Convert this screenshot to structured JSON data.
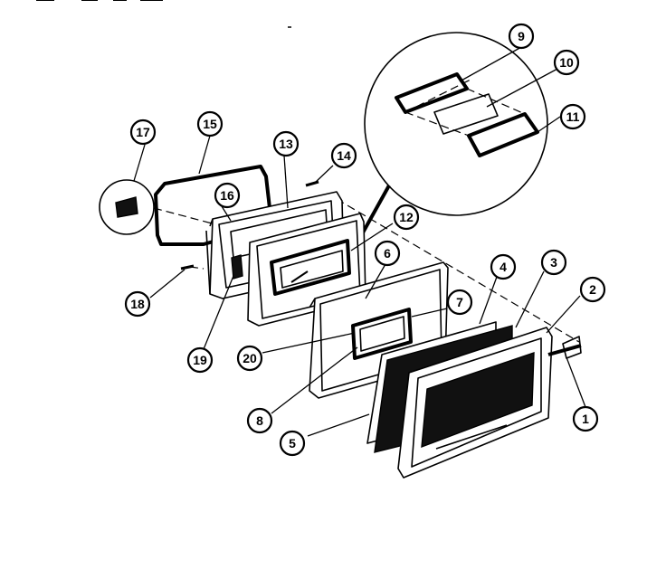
{
  "diagram": {
    "callouts": [
      "1",
      "2",
      "3",
      "4",
      "5",
      "6",
      "7",
      "8",
      "9",
      "10",
      "11",
      "12",
      "13",
      "14",
      "15",
      "16",
      "17",
      "18",
      "19",
      "20"
    ],
    "highlight_color": "#000000",
    "background_color": "#ffffff"
  }
}
